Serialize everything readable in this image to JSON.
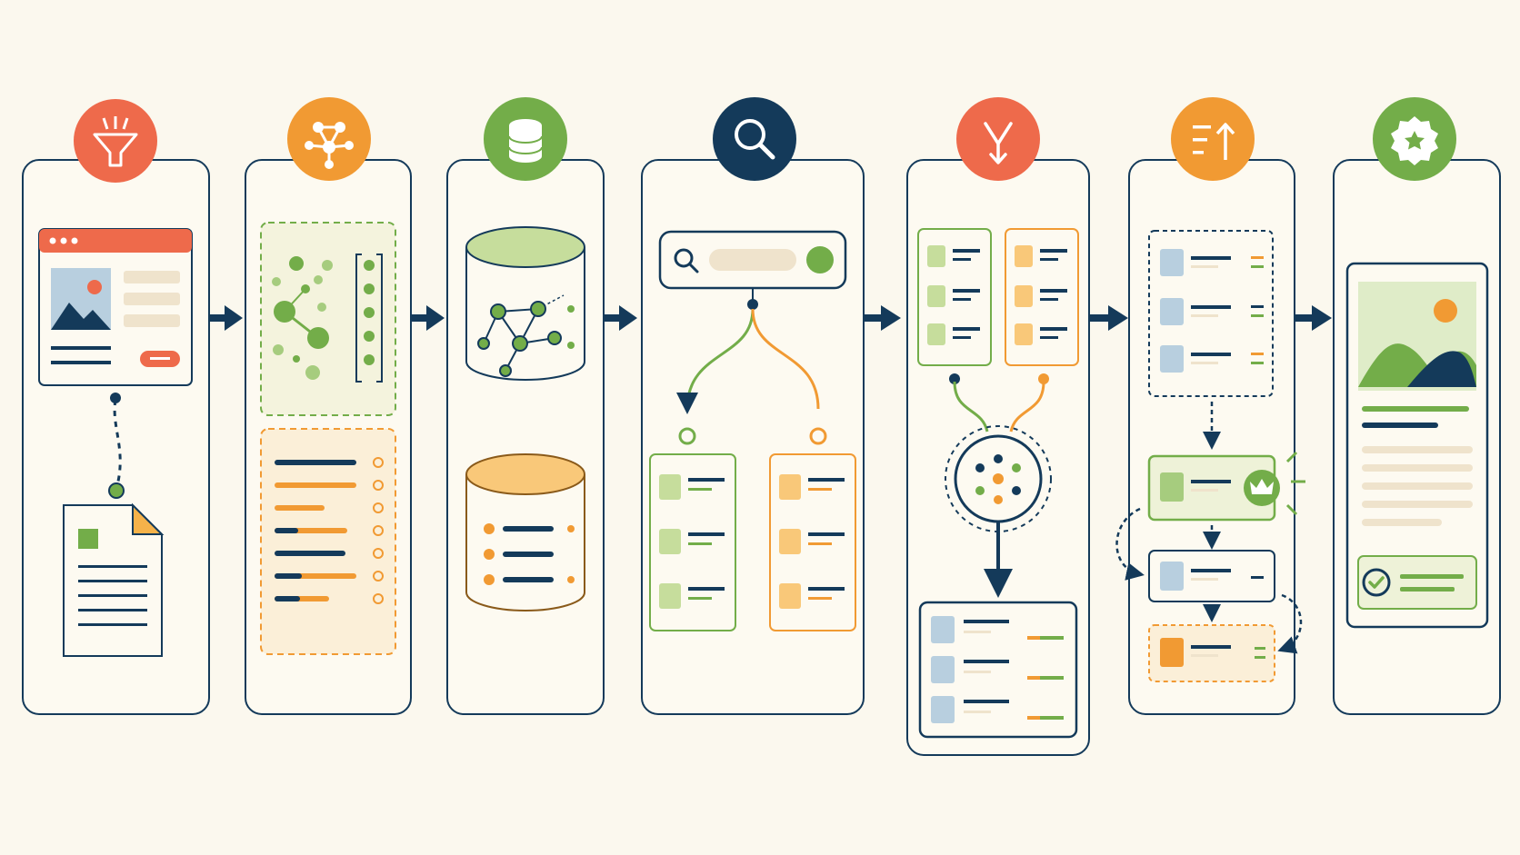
{
  "colors": {
    "background": "#fbf8ee",
    "navy": "#143a5a",
    "orange_red": "#ee6a4b",
    "orange": "#f19a33",
    "green": "#73ad49",
    "light_green": "#c6dd9c",
    "light_orange": "#f9c879",
    "light_blue": "#b8cfdf",
    "beige": "#efe3cc",
    "card": "#fdfaf1"
  },
  "stages": [
    {
      "id": "ingest",
      "icon": "funnel-icon",
      "badge_color": "#ee6a4b"
    },
    {
      "id": "embed",
      "icon": "network-icon",
      "badge_color": "#f19a33"
    },
    {
      "id": "store",
      "icon": "database-icon",
      "badge_color": "#73ad49"
    },
    {
      "id": "retrieve",
      "icon": "search-icon",
      "badge_color": "#143a5a"
    },
    {
      "id": "merge",
      "icon": "merge-icon",
      "badge_color": "#ee6a4b"
    },
    {
      "id": "rerank",
      "icon": "sort-up-icon",
      "badge_color": "#f19a33"
    },
    {
      "id": "output",
      "icon": "star-badge-icon",
      "badge_color": "#73ad49"
    }
  ],
  "connectors": [
    "arrow-icon",
    "arrow-icon",
    "arrow-icon",
    "arrow-icon",
    "arrow-icon",
    "arrow-icon"
  ]
}
